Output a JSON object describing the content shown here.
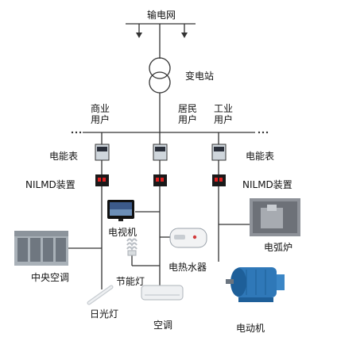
{
  "grid_label": "输电网",
  "substation_label": "变电站",
  "users": {
    "commercial": "商业\n用户",
    "residential": "居民\n用户",
    "industrial": "工业\n用户"
  },
  "ellipsis": "···",
  "meter_label_left": "电能表",
  "meter_label_right": "电能表",
  "nilmd_label_left": "NILMD装置",
  "nilmd_label_right": "NILMD装置",
  "appliances": {
    "tv": "电视机",
    "water_heater": "电热水器",
    "central_ac": "中央空调",
    "energy_saving_lamp": "节能灯",
    "fluorescent_lamp": "日光灯",
    "air_conditioner": "空调",
    "arc_furnace": "电弧炉",
    "motor": "电动机"
  },
  "colors": {
    "line": "#333333",
    "nilmd_body": "#1a1a1a",
    "nilmd_led": "#e02020",
    "meter_body": "#cfd6dc",
    "meter_screen": "#2a2f3a"
  }
}
